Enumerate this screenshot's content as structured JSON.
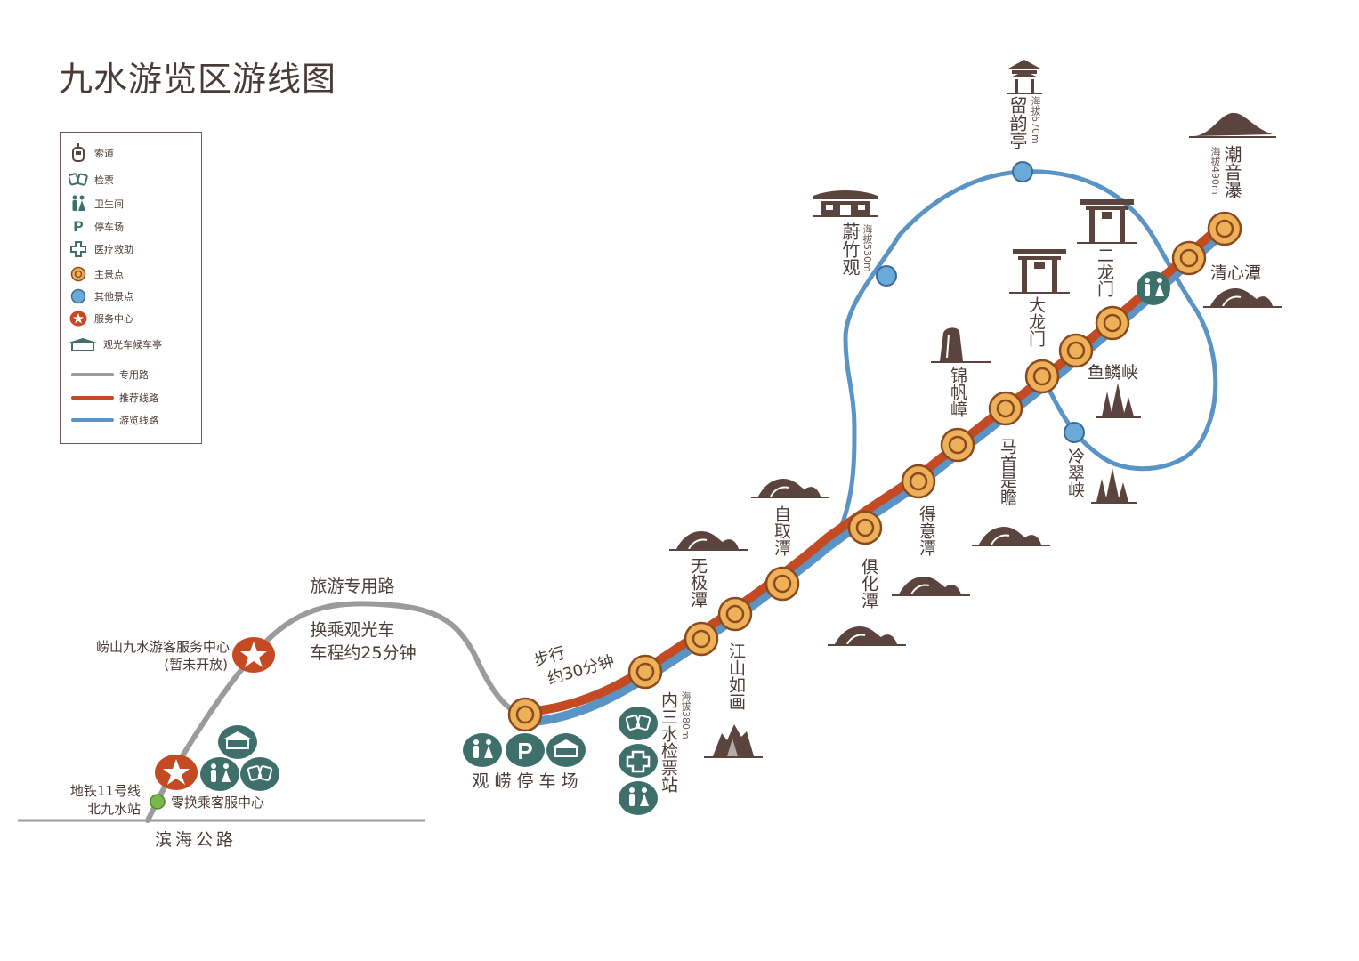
{
  "title": "九水游览区游线图",
  "colors": {
    "recommended": "#c34a22",
    "tour": "#5a94c5",
    "dedicated": "#9b9b9b",
    "main_spot_fill": "#efb05a",
    "main_spot_ring": "#8a4a1e",
    "other_spot": "#6aaad9",
    "service": "#c34a22",
    "facility": "#3e6f6b",
    "text": "#4a3b36",
    "metro": "#79b84a"
  },
  "legend": {
    "items": [
      {
        "icon": "ropeway-icon",
        "label": "索道"
      },
      {
        "icon": "ticket-icon",
        "label": "检票"
      },
      {
        "icon": "restroom-icon",
        "label": "卫生间"
      },
      {
        "icon": "parking-icon",
        "label": "停车场"
      },
      {
        "icon": "medical-icon",
        "label": "医疗救助"
      },
      {
        "icon": "main-spot-icon",
        "label": "主景点"
      },
      {
        "icon": "other-spot-icon",
        "label": "其他景点"
      },
      {
        "icon": "service-center-icon",
        "label": "服务中心"
      },
      {
        "icon": "bus-shelter-icon",
        "label": "观光车候车亭"
      },
      {
        "icon": "dedicated-road-swatch",
        "label": "专用路"
      },
      {
        "icon": "recommended-route-swatch",
        "label": "推荐线路"
      },
      {
        "icon": "tour-route-swatch",
        "label": "游览线路"
      }
    ]
  },
  "labels": {
    "road": "滨海公路",
    "dedicated_road": "旅游专用路",
    "shuttle_line1": "换乘观光车",
    "shuttle_line2": "车程约25分钟",
    "walk_line1": "步行",
    "walk_line2": "约30分钟",
    "metro_line1": "地铁11号线",
    "metro_line2": "北九水站",
    "transfer": "零换乘客服中心",
    "visitor_center_line1": "崂山九水游客服务中心",
    "visitor_center_line2": "(暂未开放)",
    "parking": "观 崂 停 车 场"
  },
  "spots": {
    "neisanshui": {
      "name": "内三水检票站",
      "altitude": "海拔380m"
    },
    "jiangshan": {
      "name": "江山如画"
    },
    "wuji": {
      "name": "无极潭"
    },
    "ziqu": {
      "name": "自取潭"
    },
    "juhua": {
      "name": "俱化潭"
    },
    "deyi": {
      "name": "得意潭"
    },
    "jinfan": {
      "name": "锦帆嶂"
    },
    "mashou": {
      "name": "马首是瞻"
    },
    "dalongmen": {
      "name": "大龙门"
    },
    "erlongmen": {
      "name": "二龙门"
    },
    "yulin": {
      "name": "鱼鳞峡"
    },
    "lengcui": {
      "name": "冷翠峡"
    },
    "qingxin": {
      "name": "清心潭"
    },
    "chaoyin": {
      "name": "潮音瀑",
      "altitude": "海拔490m"
    },
    "liuyun": {
      "name": "留韵亭",
      "altitude": "海拔670m"
    },
    "weizhu": {
      "name": "蔚竹观",
      "altitude": "海拔530m"
    }
  }
}
